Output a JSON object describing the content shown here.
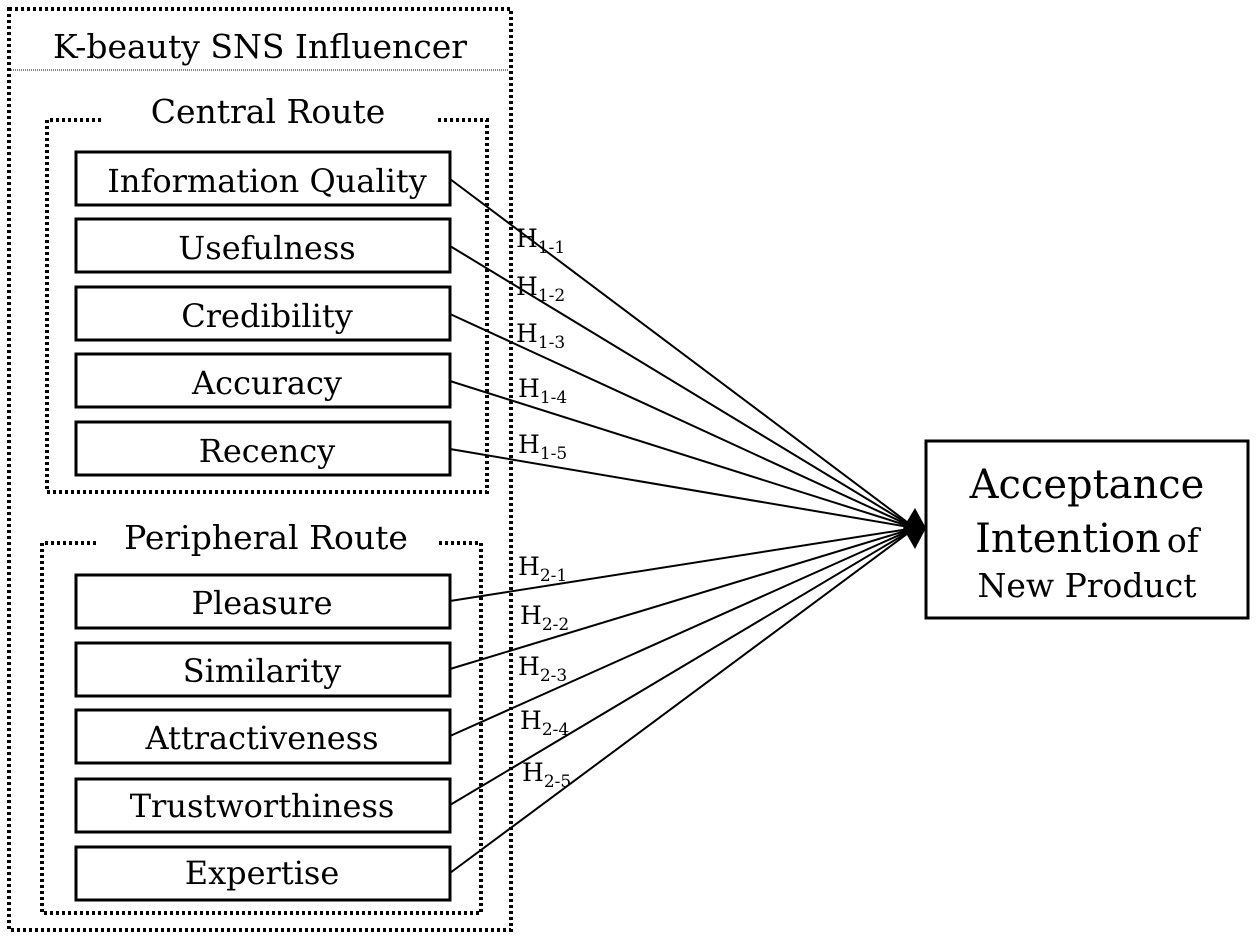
{
  "diagram": {
    "outer_title": "K-beauty SNS Influencer",
    "groups": [
      {
        "label": "Central Route",
        "boxes": [
          {
            "label": "Information Quality",
            "hypothesis": {
              "letter": "H",
              "sub": "1-1"
            }
          },
          {
            "label": "Usefulness",
            "hypothesis": {
              "letter": "H",
              "sub": "1-2"
            }
          },
          {
            "label": "Credibility",
            "hypothesis": {
              "letter": "H",
              "sub": "1-3"
            }
          },
          {
            "label": "Accuracy",
            "hypothesis": {
              "letter": "H",
              "sub": "1-4"
            }
          },
          {
            "label": "Recency",
            "hypothesis": {
              "letter": "H",
              "sub": "1-5"
            }
          }
        ]
      },
      {
        "label": "Peripheral Route",
        "boxes": [
          {
            "label": "Pleasure",
            "hypothesis": {
              "letter": "H",
              "sub": "2-1"
            }
          },
          {
            "label": "Similarity",
            "hypothesis": {
              "letter": "H",
              "sub": "2-2"
            }
          },
          {
            "label": "Attractiveness",
            "hypothesis": {
              "letter": "H",
              "sub": "2-3"
            }
          },
          {
            "label": "Trustworthiness",
            "hypothesis": {
              "letter": "H",
              "sub": "2-4"
            }
          },
          {
            "label": "Expertise",
            "hypothesis": {
              "letter": "H",
              "sub": "2-5"
            }
          }
        ]
      }
    ],
    "target": {
      "line1": "Acceptance",
      "line2_main": "Intention",
      "line2_small": "of",
      "line3": "New Product"
    }
  }
}
